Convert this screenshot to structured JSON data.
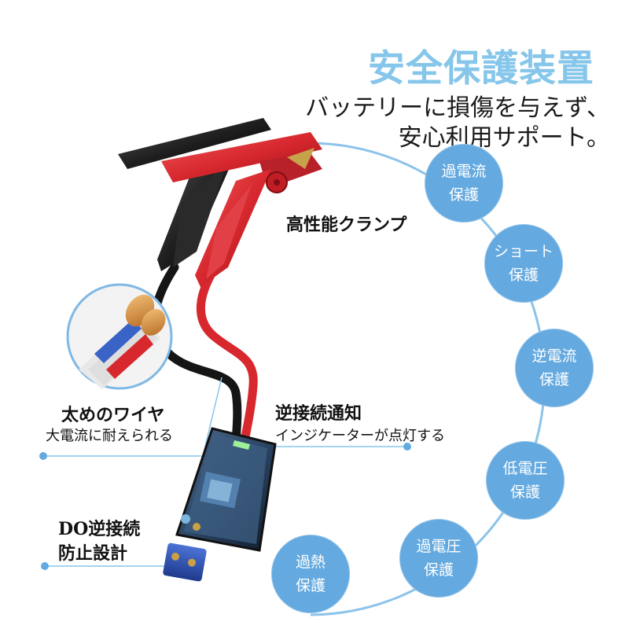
{
  "header": {
    "title": "安全保護装置",
    "subtitle_line1": "バッテリーに損傷を与えず、",
    "subtitle_line2": "安心利用サポート。"
  },
  "features": [
    {
      "line1": "過電流",
      "line2": "保護"
    },
    {
      "line1": "ショート",
      "line2": "保護"
    },
    {
      "line1": "逆電流",
      "line2": "保護"
    },
    {
      "line1": "低電圧",
      "line2": "保護"
    },
    {
      "line1": "過電圧",
      "line2": "保護"
    },
    {
      "line1": "過熱",
      "line2": "保護"
    }
  ],
  "callouts": {
    "clamp": "高性能クランプ",
    "wire_title": "太めのワイヤ",
    "wire_desc": "大電流に耐えられる",
    "indicator_title": "逆接続通知",
    "indicator_desc": "インジケーターが点灯する",
    "reverse_line1": "DO逆接続",
    "reverse_line2": "防止設計"
  },
  "colors": {
    "accent": "#64a9df",
    "title": "#86c6ea",
    "clamp_red": "#d7282e",
    "clamp_black": "#1e1e1e",
    "connector_blue": "#2b4fb5"
  }
}
